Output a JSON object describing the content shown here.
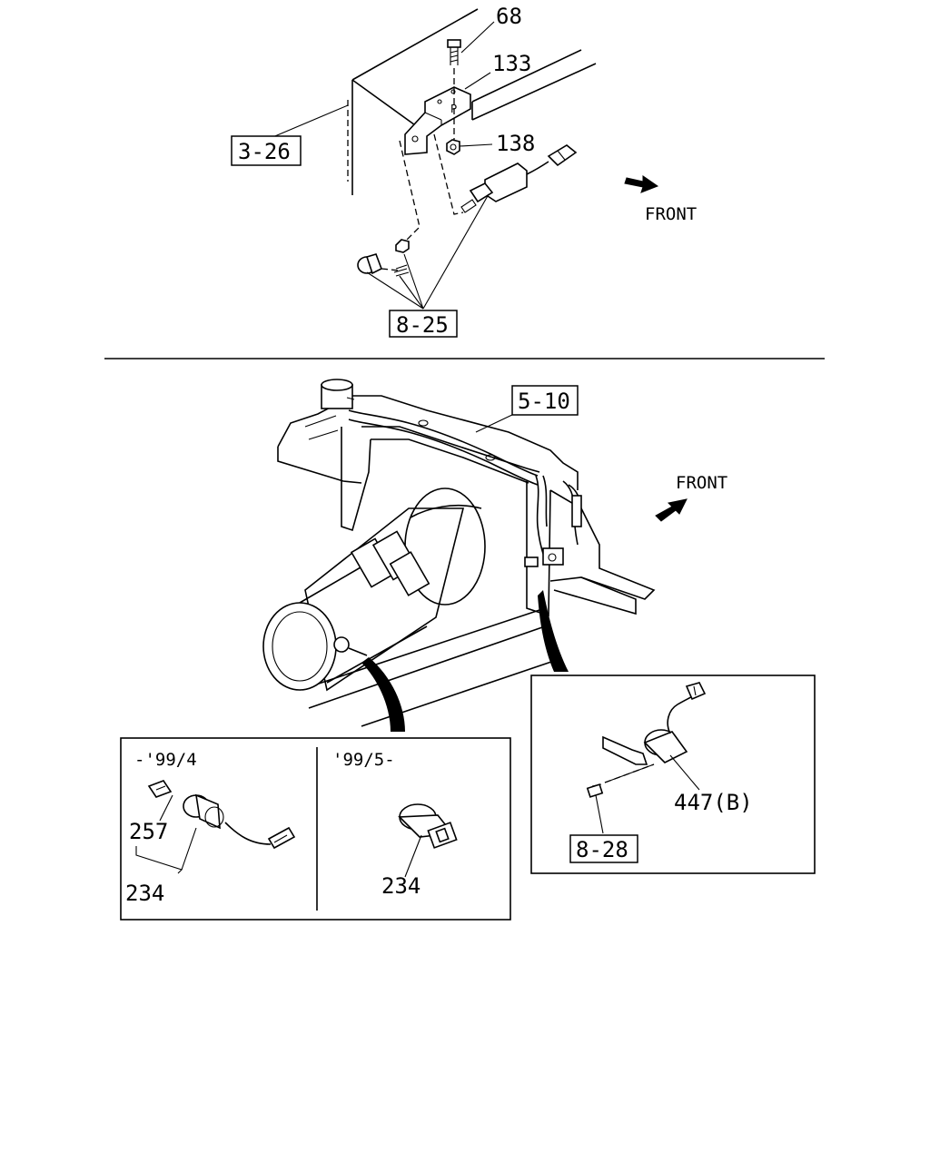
{
  "top_diagram": {
    "callouts": {
      "part_68": "68",
      "part_133": "133",
      "part_138": "138",
      "ref_3_26": "3-26",
      "ref_8_25": "8-25",
      "bracket_mark": "P"
    },
    "direction_label": "FRONT"
  },
  "bottom_diagram": {
    "ref_5_10": "5-10",
    "direction_label": "FRONT",
    "left_inset": {
      "period_early": "-'99/4",
      "period_late": "'99/5-",
      "part_257": "257",
      "part_234_early": "234",
      "part_234_late": "234"
    },
    "right_inset": {
      "part_447b": "447(B)",
      "ref_8_28": "8-28"
    }
  }
}
